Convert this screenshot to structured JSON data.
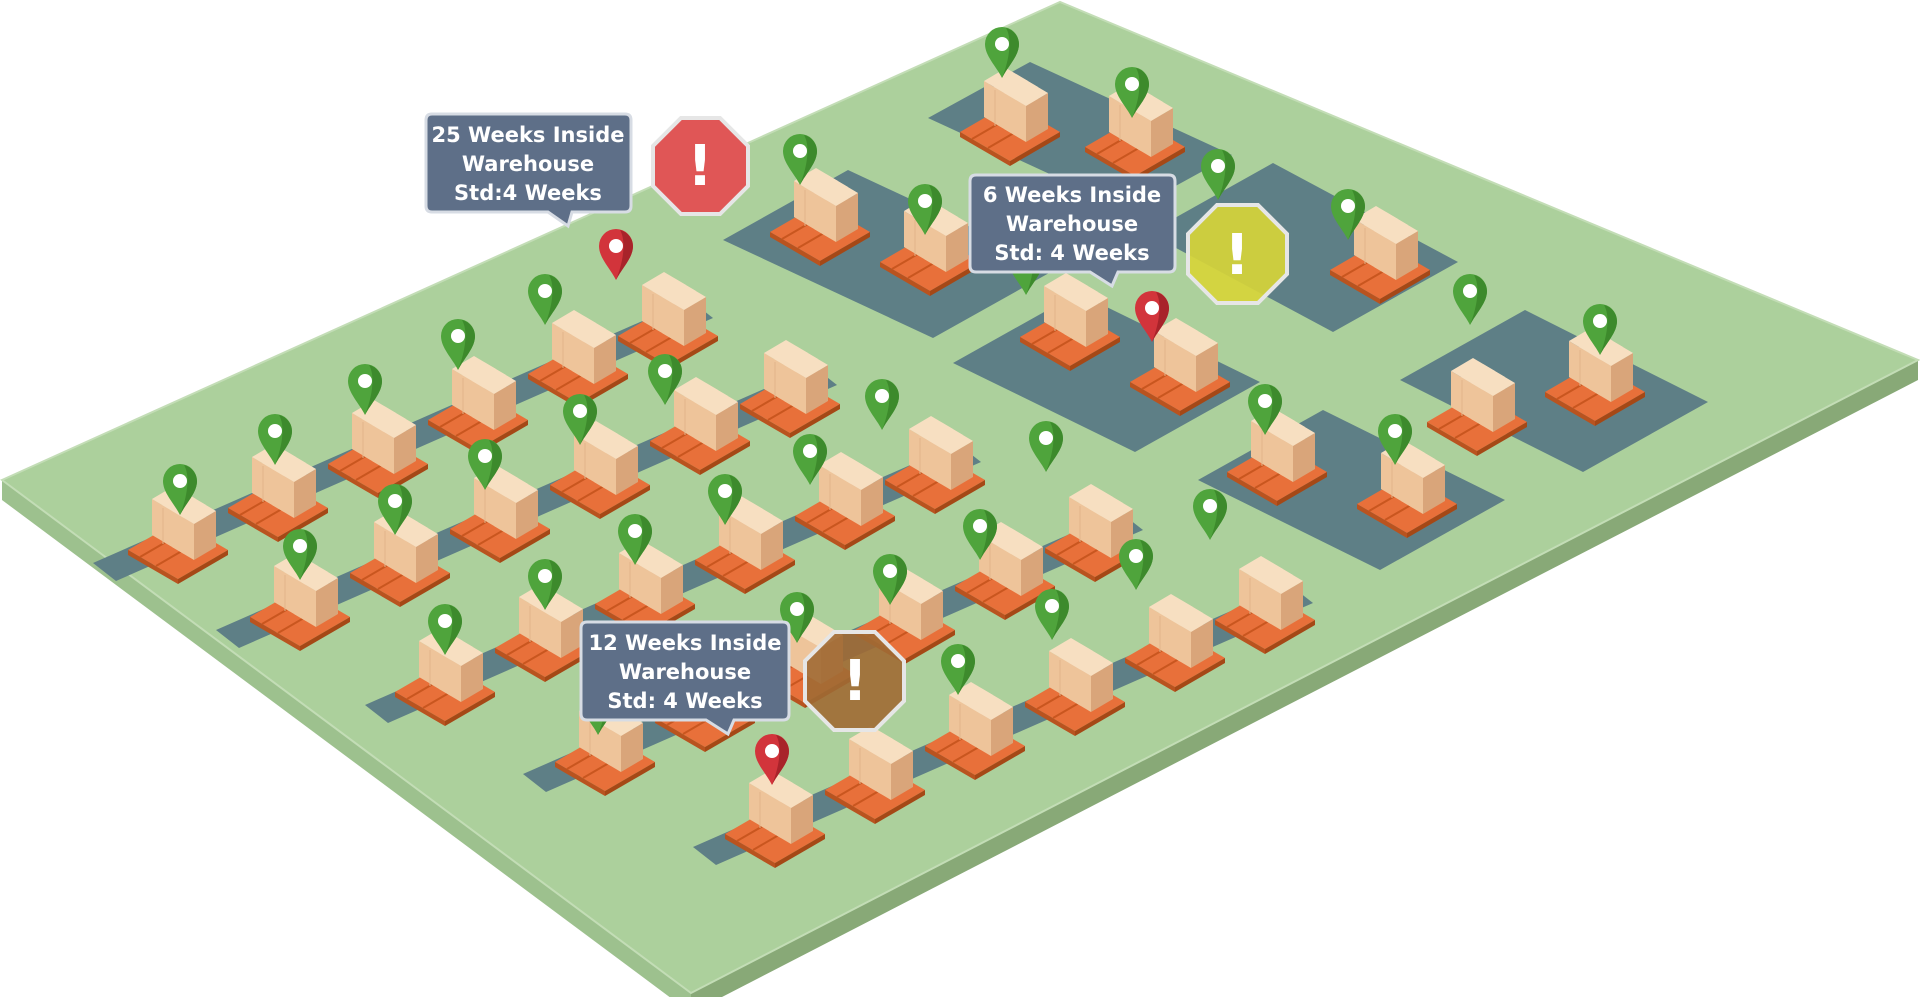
{
  "colors": {
    "ground_top": "#acd09c",
    "ground_left": "#a0c490",
    "ground_front": "#8faf80",
    "zone": "#5e7f86",
    "pallet": "#e8703a",
    "box_top": "#f7dfc1",
    "box_left": "#eec49a",
    "box_right": "#d9a57a",
    "pin_ok": "#4fa43c",
    "pin_alert": "#d2343b",
    "callout_bg": "#5e6f88",
    "alert_red": "#e05656",
    "alert_yellow": "#d6d43a",
    "alert_brown": "#a06a34"
  },
  "icons": {
    "ok_pin": "map-pin-icon",
    "alert_pin": "alert-map-pin-icon",
    "alert_badge": "warning-octagon-icon",
    "pallet": "pallet-boxes-icon"
  },
  "alerts": [
    {
      "id": "alert-1",
      "severity": "critical",
      "line1": "25 Weeks Inside",
      "line2": "Warehouse",
      "line3": "Std:4 Weeks",
      "weeks_inside": 25,
      "standard_weeks": 4,
      "badge_symbol": "!"
    },
    {
      "id": "alert-2",
      "severity": "warning",
      "line1": "6 Weeks Inside",
      "line2": "Warehouse",
      "line3": "Std: 4 Weeks",
      "weeks_inside": 6,
      "standard_weeks": 4,
      "badge_symbol": "!"
    },
    {
      "id": "alert-3",
      "severity": "major",
      "line1": "12 Weeks Inside",
      "line2": "Warehouse",
      "line3": "Std: 4 Weeks",
      "weeks_inside": 12,
      "standard_weeks": 4,
      "badge_symbol": "!"
    }
  ]
}
